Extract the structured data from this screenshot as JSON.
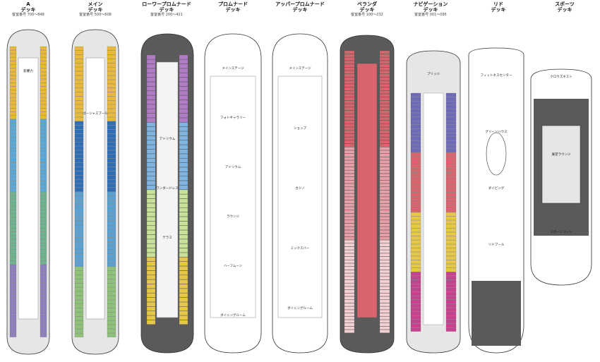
{
  "decks": [
    {
      "id": "a",
      "name": "A",
      "sub": "デッキ",
      "cabin_range": "客室番号 700～848",
      "colors": [
        "#e8b93b",
        "#5aa9d6",
        "#6fb38f",
        "#8f7fbf"
      ],
      "labels": [
        "影響力"
      ]
    },
    {
      "id": "main",
      "name": "メイン",
      "sub": "デッキ",
      "cabin_range": "客室番号 500～608",
      "colors": [
        "#e8b93b",
        "#2f6db5",
        "#5aa0d0",
        "#8fc17a"
      ],
      "labels": [
        "ゴージャスプール"
      ]
    },
    {
      "id": "lower-promenade",
      "name": "ローワープロムナード",
      "sub": "デッキ",
      "cabin_range": "客室番号 200～421",
      "colors": [
        "#b07cc6",
        "#7fb5e0",
        "#c8e29a",
        "#e6c74a"
      ],
      "labels": [
        "アトリウム",
        "ワンダードレス",
        "テラス"
      ]
    },
    {
      "id": "promenade",
      "name": "プロムナード",
      "sub": "デッキ",
      "cabin_range": "",
      "colors": [],
      "labels": [
        "メインステージ",
        "フォトギャラリー",
        "アトリウム",
        "ラウンジ",
        "ハーフムーン",
        "ダイニングルーム"
      ]
    },
    {
      "id": "upper-promenade",
      "name": "アッパープロムナード",
      "sub": "デッキ",
      "cabin_range": "",
      "colors": [],
      "labels": [
        "メインステージ",
        "ショップ",
        "カジノ",
        "ミックスバー",
        "ダイニングルーム"
      ]
    },
    {
      "id": "verandah",
      "name": "ベランダ",
      "sub": "デッキ",
      "cabin_range": "客室番号 100～232",
      "colors": [
        "#d9646e",
        "#e8a0a8",
        "#f4cfd3"
      ],
      "labels": []
    },
    {
      "id": "navigation",
      "name": "ナビゲーション",
      "sub": "デッキ",
      "cabin_range": "客室番号 001～095",
      "colors": [
        "#6e6ab8",
        "#d9646e",
        "#e6c74a",
        "#c8418f"
      ],
      "labels": [
        "ブリッジ"
      ]
    },
    {
      "id": "lido",
      "name": "リド",
      "sub": "デッキ",
      "cabin_range": "",
      "colors": [],
      "labels": [
        "フィットネスセンター",
        "グリーンハウス",
        "ダイビング",
        "リドプール"
      ]
    },
    {
      "id": "sports",
      "name": "スポーツ",
      "sub": "デッキ",
      "cabin_range": "",
      "colors": [],
      "labels": [
        "クロウズネスト",
        "展望ラウンジ",
        "スポーツコート"
      ]
    }
  ]
}
